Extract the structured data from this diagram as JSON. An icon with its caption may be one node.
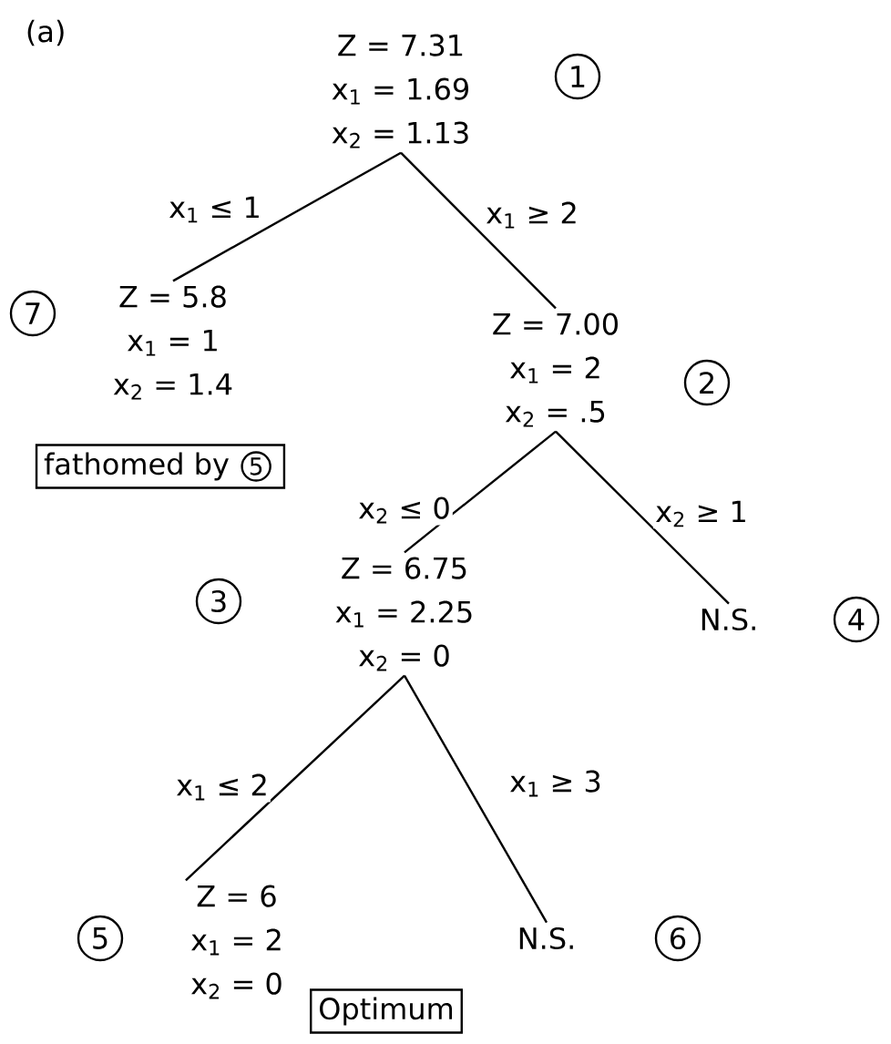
{
  "diagram": {
    "title": "(a)",
    "nodes": [
      {
        "text": [
          "Z = 7.31",
          "x$_{1}$ = 1.69",
          "x$_{2}$ = 1.13"
        ],
        "beside": [
          "1"
        ]
      },
      {
        "text": [
          "Z = 5.8",
          "x$_{1}$ = 1",
          "x$_{2}$ = 1.4"
        ],
        "beside": [
          "7"
        ]
      },
      {
        "text": [
          "fathomed by",
          "5"
        ]
      },
      {
        "text": [
          "Z = 7.00",
          "x$_{1}$ = 2",
          "x$_{2}$ = .5"
        ],
        "beside": [
          "2"
        ]
      },
      {
        "text": [
          "Z = 6.75",
          "x$_{1}$ = 2.25",
          "x$_{2}$ = 0"
        ],
        "beside": [
          "3"
        ]
      },
      {
        "text": [
          "N.S."
        ],
        "beside": [
          "4"
        ]
      },
      {
        "text": [
          "Z = 6",
          "x$_{1}$ = 2",
          "x$_{2}$ = 0"
        ],
        "beside": [
          "5"
        ]
      },
      {
        "text": [
          "N.S."
        ],
        "beside": [
          "6"
        ]
      },
      {
        "text": [
          "Optimum"
        ]
      }
    ],
    "edges": [
      {
        "from": 0,
        "to": 1,
        "arrow": "none",
        "label": "x$_{1}$ ≤ 1"
      },
      {
        "from": 0,
        "to": 3,
        "arrow": "none",
        "label": "x$_{1}$ ≥ 2"
      },
      {
        "from": 3,
        "to": 4,
        "arrow": "none",
        "label": "x$_{2}$ ≤ 0"
      },
      {
        "from": 3,
        "to": 5,
        "arrow": "none",
        "label": "x$_{2}$ ≥ 1"
      },
      {
        "from": 4,
        "to": 6,
        "arrow": "none",
        "label": "x$_{1}$ ≤ 2"
      },
      {
        "from": 4,
        "to": 7,
        "arrow": "none",
        "label": "x$_{1}$ ≥ 3"
      }
    ]
  }
}
